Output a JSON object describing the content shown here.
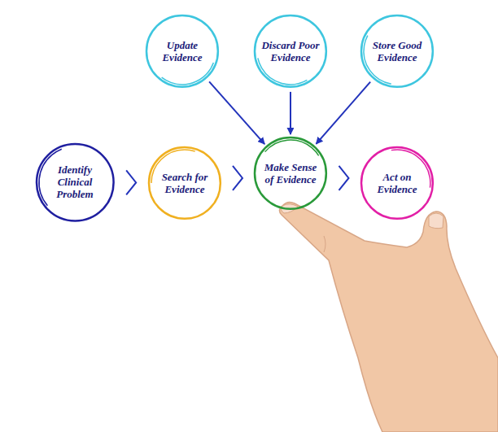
{
  "diagram": {
    "nodes": [
      {
        "text": [
          "Update Evidence"
        ]
      },
      {
        "text": [
          "Discard Poor Evidence"
        ]
      },
      {
        "text": [
          "Store Good Evidence"
        ]
      },
      {
        "text": [
          "Identify Clinical Problem"
        ]
      },
      {
        "text": [
          "Search for Evidence"
        ]
      },
      {
        "text": [
          "Make Sense of Evidence"
        ]
      },
      {
        "text": [
          "Act on Evidence"
        ]
      }
    ],
    "edges": [
      {
        "from": 0,
        "to": 5,
        "arrow": "to"
      },
      {
        "from": 1,
        "to": 5,
        "arrow": "to"
      },
      {
        "from": 2,
        "to": 5,
        "arrow": "to"
      },
      {
        "from": 3,
        "to": 4,
        "arrow": "to"
      },
      {
        "from": 4,
        "to": 5,
        "arrow": "to"
      },
      {
        "from": 5,
        "to": 6,
        "arrow": "to"
      }
    ]
  }
}
